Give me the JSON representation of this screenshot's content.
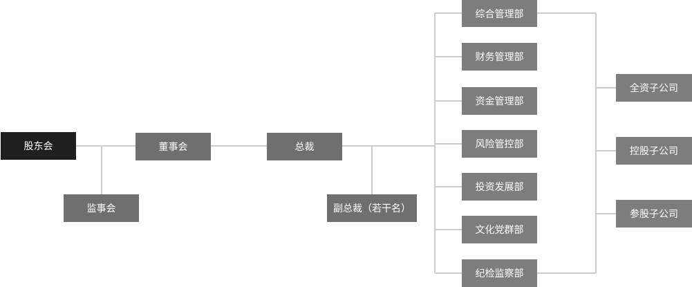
{
  "colors": {
    "root": "#1f1f1f",
    "node": "#6f6f6f",
    "dept": "#7d7d7d",
    "line": "#cccccc",
    "text": "#ffffff"
  },
  "nodes": {
    "shareholders": "股东会",
    "supervisors": "监事会",
    "board": "董事会",
    "president": "总裁",
    "vice_president": "副总裁（若干名）"
  },
  "departments": [
    "综合管理部",
    "财务管理部",
    "资金管理部",
    "风险管控部",
    "投资发展部",
    "文化党群部",
    "纪检监察部"
  ],
  "subsidiaries": [
    "全资子公司",
    "控股子公司",
    "参股子公司"
  ]
}
